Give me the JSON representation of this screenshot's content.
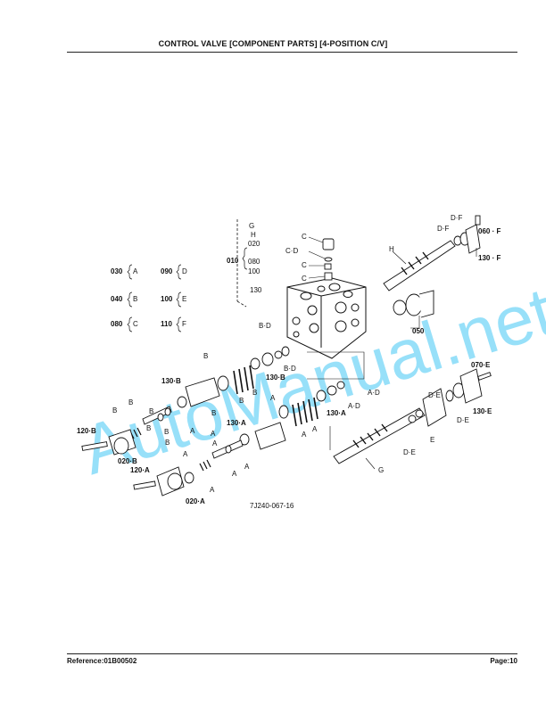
{
  "header": {
    "title": "CONTROL VALVE [COMPONENT PARTS] [4-POSITION C/V]"
  },
  "footer": {
    "reference": "Reference:01B00502",
    "page": "Page:10"
  },
  "watermark": {
    "text": "AutoManual.net",
    "color": "#2fc1f3"
  },
  "legend": {
    "sets": [
      {
        "part": "030",
        "letter": "A"
      },
      {
        "part": "090",
        "letter": "D"
      },
      {
        "part": "040",
        "letter": "B"
      },
      {
        "part": "100",
        "letter": "E"
      },
      {
        "part": "080",
        "letter": "C"
      },
      {
        "part": "110",
        "letter": "F"
      }
    ],
    "stack": {
      "part": "010",
      "letters": [
        "G",
        "H"
      ],
      "items": [
        "020",
        "080",
        "100",
        "130"
      ]
    }
  },
  "callouts": {
    "c_top": "C",
    "c_d": "C·D",
    "c_ring": "C",
    "c_lower": "C",
    "h": "H",
    "d_f_top": "D·F",
    "d_f_mid": "D·F",
    "p060": "060 · F",
    "p130f": "130 · F",
    "b_d_top": "B·D",
    "b_d_low": "B·D",
    "b_top": "B",
    "p130b_right": "130·B",
    "b_mid1": "B",
    "b_mid2": "B",
    "p050": "050",
    "a_top": "A",
    "a_d_1": "A·D",
    "a_d_2": "A·D",
    "p130a_right": "130·A",
    "a_mid": "A",
    "a_mid2": "A",
    "p130b_left": "130·B",
    "b_l1": "B",
    "b_l2": "B",
    "b_l3": "B",
    "b_l4": "B",
    "b_l5": "B",
    "b_l6": "B",
    "b_l7": "B",
    "p120b": "120·B",
    "p020b": "020·B",
    "p130a_left": "130·A",
    "a_l1": "A",
    "a_l2": "A",
    "a_l3": "A",
    "a_l4": "A",
    "a_l5": "A",
    "a_l6": "A",
    "a_l7": "A",
    "p120a": "120·A",
    "p020a": "020·A",
    "p070e": "070·E",
    "p130e": "130·E",
    "d_e_1": "D·E",
    "d_e_2": "D·E",
    "e_1": "E",
    "d_e_3": "D·E",
    "g_low": "G",
    "drawing_no": "7J240-067-16"
  }
}
